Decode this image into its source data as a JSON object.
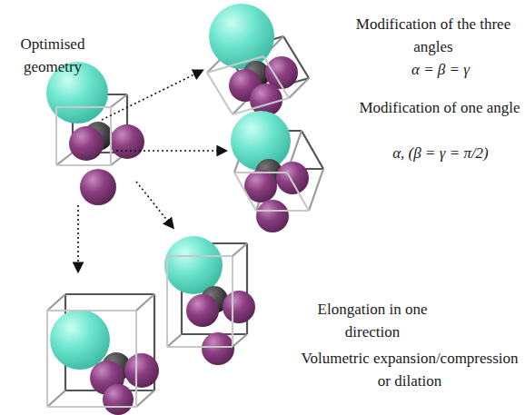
{
  "diagram": {
    "labels": [
      "Optimised geometry",
      "Modification of the three angles",
      "α = β = γ",
      "Modification of one angle",
      "α, (β = γ = π/2)",
      "Elongation in one direction",
      "Volumetric expansion/compression or dilation"
    ]
  }
}
